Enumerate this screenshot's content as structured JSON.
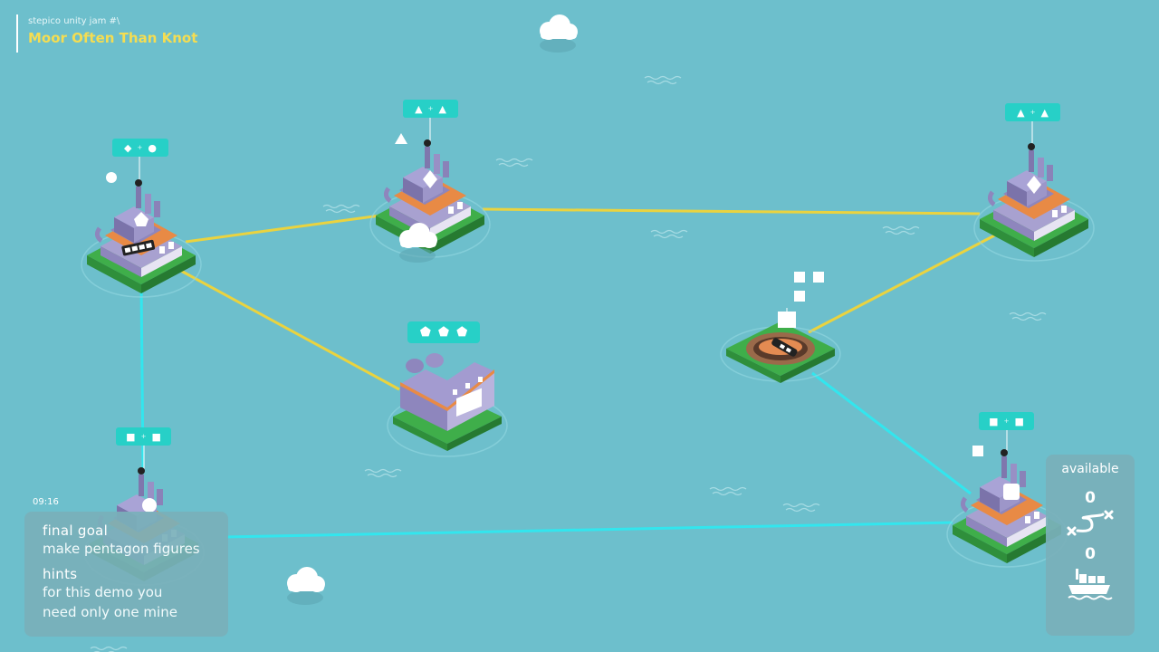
{
  "title": {
    "subtitle": "stepico unity jam #\\",
    "name": "Moor Often Than Knot"
  },
  "timer": "09:16",
  "goal_panel": {
    "final_goal_label": "final goal",
    "final_goal_text": "make pentagon figures",
    "hints_label": "hints",
    "hints_line1": "for this demo you",
    "hints_line2": "need only one mine"
  },
  "available_panel": {
    "title": "available",
    "routes_count": "0",
    "route_icon": "route-icon",
    "ships_count": "0",
    "ship_icon": "cargo-ship-icon"
  },
  "badges": {
    "factory_top_left": [
      "◆",
      "+",
      "●"
    ],
    "factory_top_center": [
      "▲",
      "+",
      "▲"
    ],
    "factory_top_right": [
      "▲",
      "+",
      "▲"
    ],
    "warehouse_goal": [
      "⬟",
      "⬟",
      "⬟"
    ],
    "factory_bottom_left": [
      "■",
      "+",
      "■"
    ],
    "factory_bottom_right": [
      "■",
      "+",
      "■"
    ]
  },
  "colors": {
    "sea": "#6dbfcc",
    "yellow_route": "#ead33f",
    "cyan_route": "#32e6ee",
    "badge": "#27d0c7",
    "grass": "#3fae4a",
    "roof_orange": "#e88a45",
    "building": "#8e86bd",
    "title_yellow": "#f4dd52"
  }
}
